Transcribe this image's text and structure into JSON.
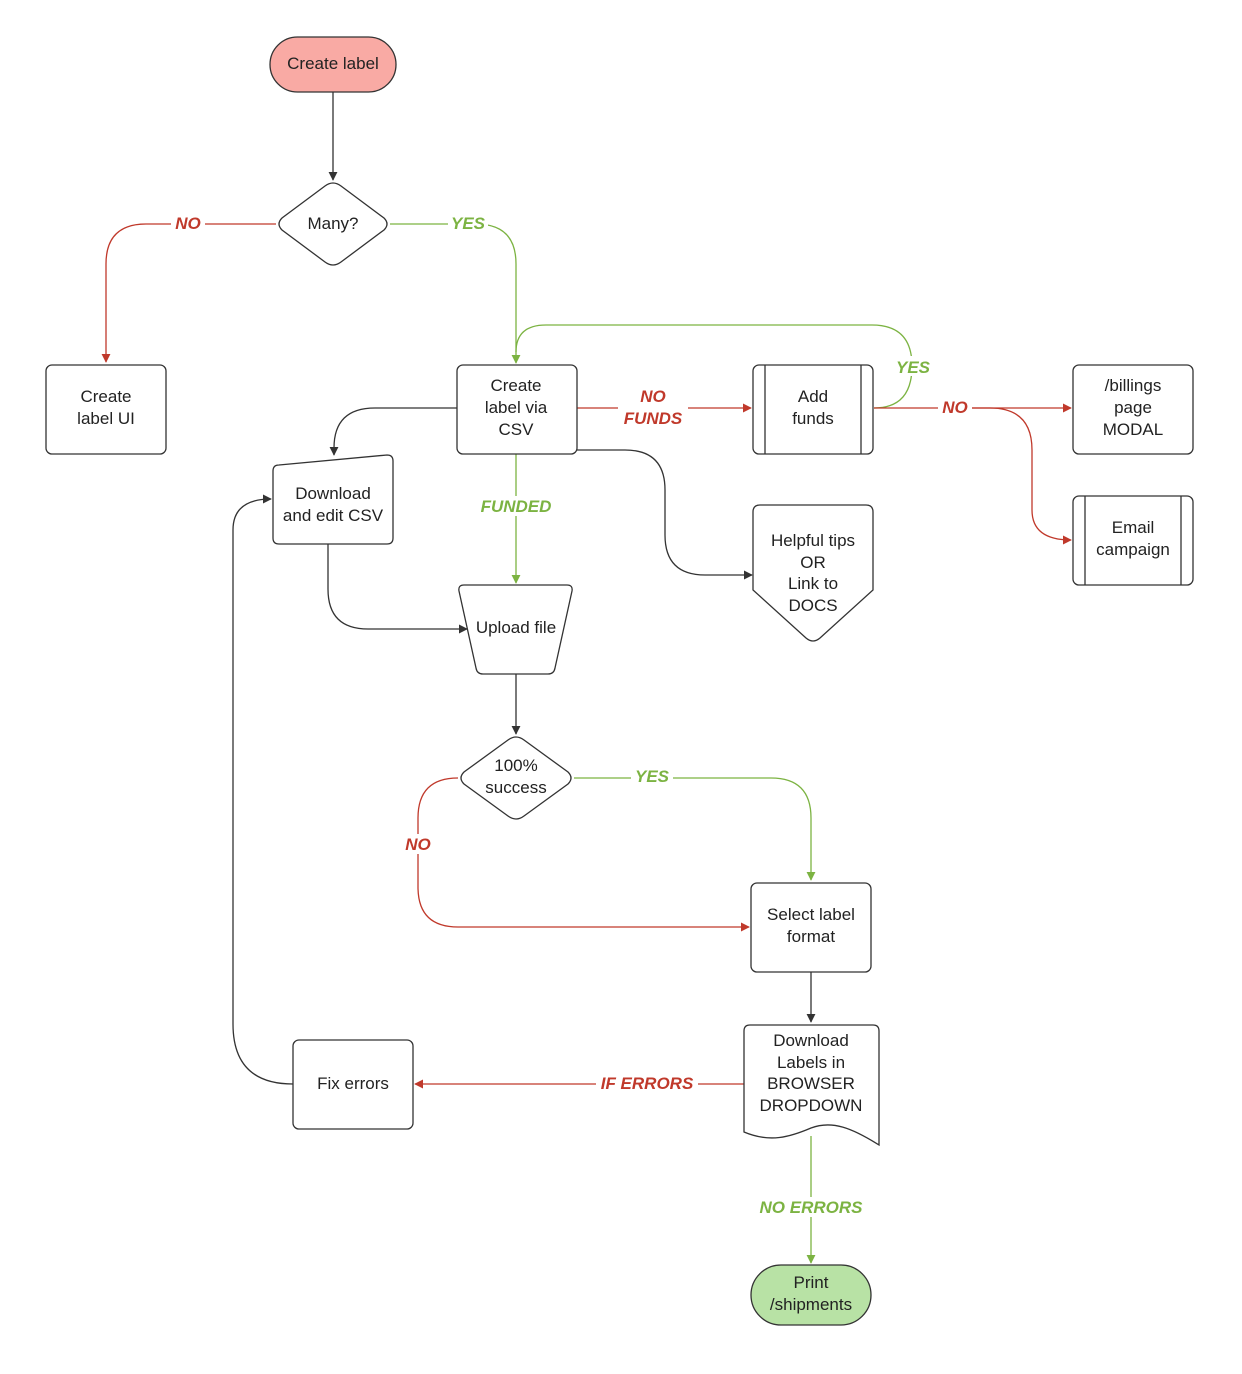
{
  "colors": {
    "stroke": "#333333",
    "yes": "#7cb342",
    "no": "#c0392b",
    "start_fill": "#f9aaa4",
    "end_fill": "#b8e2a5"
  },
  "nodes": {
    "create_label": "Create label",
    "many": "Many?",
    "create_label_ui": [
      "Create",
      "label UI"
    ],
    "create_label_csv": [
      "Create",
      "label via",
      "CSV"
    ],
    "add_funds": [
      "Add",
      "funds"
    ],
    "billings": [
      "/billings",
      "page",
      "MODAL"
    ],
    "email_campaign": [
      "Email",
      "campaign"
    ],
    "download_edit_csv": [
      "Download",
      "and edit CSV"
    ],
    "helpful_tips": [
      "Helpful tips",
      "OR",
      "Link to",
      "DOCS"
    ],
    "upload_file": "Upload file",
    "success": [
      "100%",
      "success"
    ],
    "select_format": [
      "Select label",
      "format"
    ],
    "download_labels": [
      "Download",
      "Labels in",
      "BROWSER",
      "DROPDOWN"
    ],
    "fix_errors": "Fix errors",
    "print": [
      "Print",
      "/shipments"
    ]
  },
  "edges": {
    "many_no": "NO",
    "many_yes": "YES",
    "no_funds": [
      "NO",
      "FUNDS"
    ],
    "funds_yes": "YES",
    "funds_no": "NO",
    "funded": "FUNDED",
    "success_yes": "YES",
    "success_no": "NO",
    "if_errors": "IF ERRORS",
    "no_errors": "NO ERRORS"
  }
}
